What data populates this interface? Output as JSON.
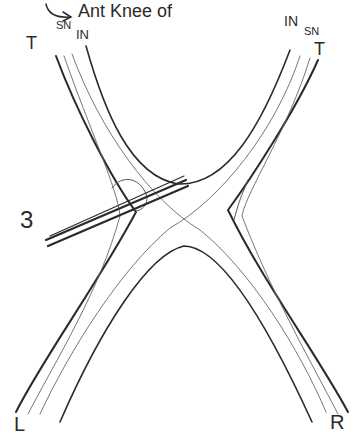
{
  "diagram": {
    "labels": [
      "Ant Knee of",
      "T",
      "SN",
      "IN",
      "IN",
      "SN",
      "T",
      "3",
      "L",
      "R"
    ]
  }
}
